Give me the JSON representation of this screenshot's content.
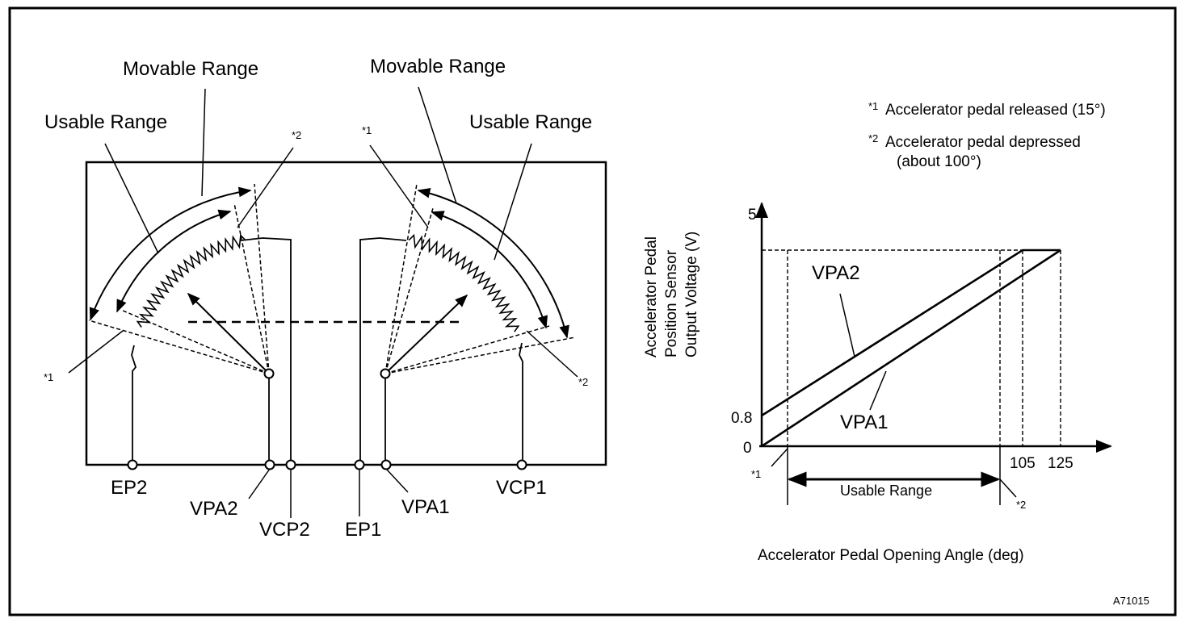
{
  "left_diagram": {
    "labels": {
      "movable_range_left": "Movable Range",
      "movable_range_right": "Movable Range",
      "usable_range_left": "Usable Range",
      "usable_range_right": "Usable Range",
      "star1_left": "*1",
      "star2_left": "*2",
      "star1_right": "*1",
      "star2_right": "*2"
    },
    "terminals": [
      "EP2",
      "VPA2",
      "VCP2",
      "EP1",
      "VPA1",
      "VCP1"
    ]
  },
  "legend": {
    "note1_mark": "*1",
    "note1_text": "Accelerator pedal released (15°)",
    "note2_mark": "*2",
    "note2_text": "Accelerator pedal depressed",
    "note2_text_line2": "(about 100°)"
  },
  "graph": {
    "ylabel_line1": "Accelerator Pedal",
    "ylabel_line2": "Position Sensor",
    "ylabel_line3": "Output Voltage (V)",
    "xlabel": "Accelerator Pedal Opening Angle (deg)",
    "y_ticks": [
      "5",
      "0.8",
      "0"
    ],
    "x_ticks": [
      "105",
      "125"
    ],
    "series": [
      "VPA2",
      "VPA1"
    ],
    "usable_range": "Usable Range",
    "star1": "*1",
    "star2": "*2"
  },
  "figure_id": "A71015"
}
